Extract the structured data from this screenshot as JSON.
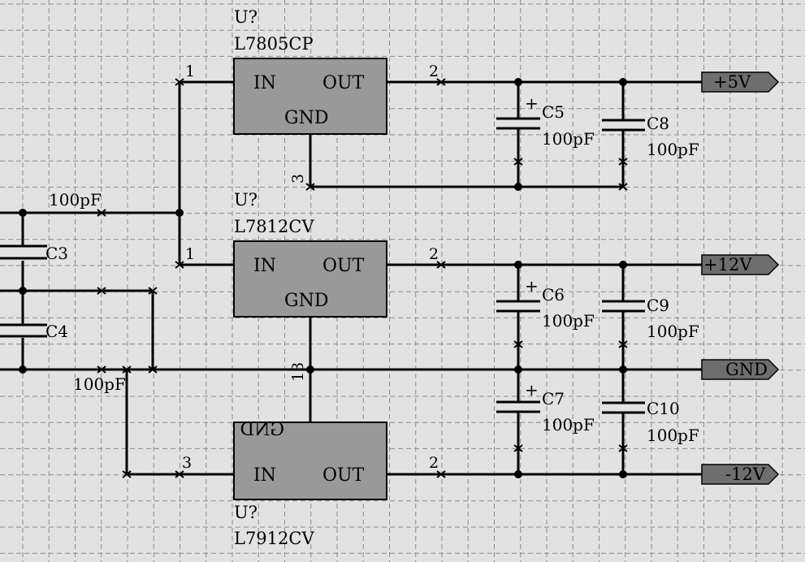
{
  "grid_color": "#8a8a8a",
  "background": "#e2e2e2",
  "ic_fill": "#999999",
  "port_fill": "#6e6e6e",
  "regulators": {
    "u1": {
      "ref": "U?",
      "part": "L7805CP",
      "in": "IN",
      "out": "OUT",
      "gnd": "GND",
      "pin_in": "1",
      "pin_out": "2",
      "pin_gnd": "3"
    },
    "u2": {
      "ref": "U?",
      "part": "L7812CV",
      "in": "IN",
      "out": "OUT",
      "gnd": "GND",
      "pin_in": "1",
      "pin_out": "2",
      "pin_gnd": "13"
    },
    "u3": {
      "ref": "U?",
      "part": "L7912CV",
      "in": "IN",
      "out": "OUT",
      "gnd": "GND",
      "pin_in": "3",
      "pin_out": "2"
    }
  },
  "capacitors": {
    "c3": {
      "ref": "C3",
      "value": "100pF"
    },
    "c4": {
      "ref": "C4",
      "value": "100pF"
    },
    "c5": {
      "ref": "C5",
      "value": "100pF"
    },
    "c6": {
      "ref": "C6",
      "value": "100pF"
    },
    "c7": {
      "ref": "C7",
      "value": "100pF"
    },
    "c8": {
      "ref": "C8",
      "value": "100pF"
    },
    "c9": {
      "ref": "C9",
      "value": "100pF"
    },
    "c10": {
      "ref": "C10",
      "value": "100pF"
    }
  },
  "polarity_mark": "+",
  "ports": {
    "p5v": "+5V",
    "p12v": "+12V",
    "gnd": "GND",
    "m12v": "-12V"
  }
}
